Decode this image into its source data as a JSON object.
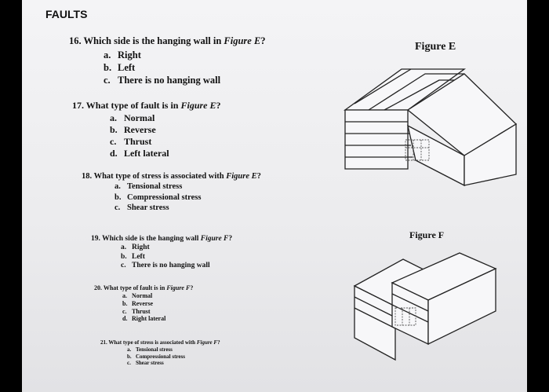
{
  "page_title": "FAULTS",
  "figure_e_label": "Figure E",
  "figure_f_label": "Figure F",
  "questions": [
    {
      "number": "16.",
      "stem": "Which side is the hanging wall in ",
      "figure": "Figure E",
      "end": "?",
      "options": [
        {
          "letter": "a.",
          "text": "Right"
        },
        {
          "letter": "b.",
          "text": "Left"
        },
        {
          "letter": "c.",
          "text": "There is no hanging wall"
        }
      ]
    },
    {
      "number": "17.",
      "stem": "What type of fault is in ",
      "figure": "Figure E",
      "end": "?",
      "options": [
        {
          "letter": "a.",
          "text": "Normal"
        },
        {
          "letter": "b.",
          "text": "Reverse"
        },
        {
          "letter": "c.",
          "text": "Thrust"
        },
        {
          "letter": "d.",
          "text": "Left lateral"
        }
      ]
    },
    {
      "number": "18.",
      "stem": "What type of stress is associated with ",
      "figure": "Figure E",
      "end": "?",
      "options": [
        {
          "letter": "a.",
          "text": "Tensional stress"
        },
        {
          "letter": "b.",
          "text": "Compressional stress"
        },
        {
          "letter": "c.",
          "text": "Shear stress"
        }
      ]
    },
    {
      "number": "19.",
      "stem": "Which side is the hanging wall ",
      "figure": "Figure F",
      "end": "?",
      "options": [
        {
          "letter": "a.",
          "text": "Right"
        },
        {
          "letter": "b.",
          "text": "Left"
        },
        {
          "letter": "c.",
          "text": "There is no hanging wall"
        }
      ]
    },
    {
      "number": "20.",
      "stem": "What type of fault is in ",
      "figure": "Figure F",
      "end": "?",
      "options": [
        {
          "letter": "a.",
          "text": "Normal"
        },
        {
          "letter": "b.",
          "text": "Reverse"
        },
        {
          "letter": "c.",
          "text": "Thrust"
        },
        {
          "letter": "d.",
          "text": "Right lateral"
        }
      ]
    },
    {
      "number": "21.",
      "stem": "What type of stress is associated with ",
      "figure": "Figure F",
      "end": "?",
      "options": [
        {
          "letter": "a.",
          "text": "Tensional stress"
        },
        {
          "letter": "b.",
          "text": "Compressional stress"
        },
        {
          "letter": "c.",
          "text": "Shear stress"
        }
      ]
    }
  ]
}
